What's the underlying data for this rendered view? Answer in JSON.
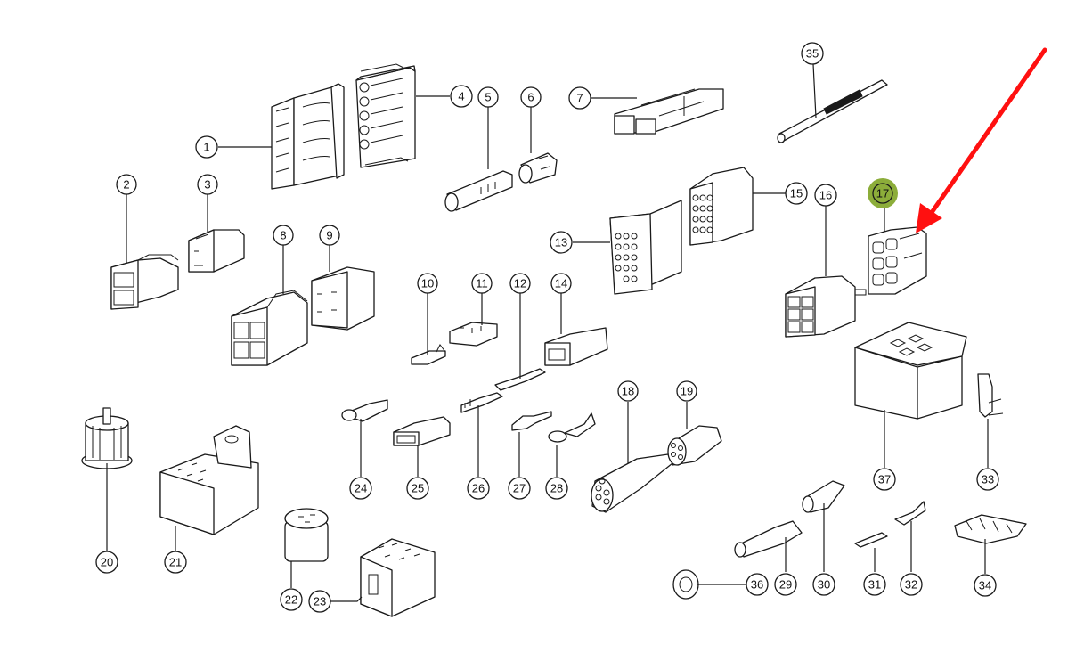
{
  "diagram": {
    "title": "",
    "type": "exploded-parts-diagram",
    "subject": "electrical connectors, terminals and housings",
    "highlight": {
      "callout": "17",
      "highlight_color": "#8cad3a",
      "arrow_color": "#ff1010",
      "indicator": "red-arrow-pointing-to-part"
    },
    "callouts": [
      {
        "id": "1",
        "label": "1",
        "part": "5-way connector housing (pin side)"
      },
      {
        "id": "2",
        "label": "2",
        "part": "2-way connector housing"
      },
      {
        "id": "3",
        "label": "3",
        "part": "2-way flat connector housing"
      },
      {
        "id": "4",
        "label": "4",
        "part": "5-way connector housing (socket side)"
      },
      {
        "id": "5",
        "label": "5",
        "part": "round multi-pin connector body"
      },
      {
        "id": "6",
        "label": "6",
        "part": "round connector insert"
      },
      {
        "id": "7",
        "label": "7",
        "part": "2-way battery/power connector"
      },
      {
        "id": "8",
        "label": "8",
        "part": "4-way connector housing"
      },
      {
        "id": "9",
        "label": "9",
        "part": "4-way connector housing (mating)"
      },
      {
        "id": "10",
        "label": "10",
        "part": "flat receptacle terminal"
      },
      {
        "id": "11",
        "label": "11",
        "part": "small multi-pin connector"
      },
      {
        "id": "12",
        "label": "12",
        "part": "blade terminal"
      },
      {
        "id": "13",
        "label": "13",
        "part": "multi-pin bulkhead connector"
      },
      {
        "id": "14",
        "label": "14",
        "part": "1-way connector housing"
      },
      {
        "id": "15",
        "label": "15",
        "part": "multi-pin connector plug"
      },
      {
        "id": "16",
        "label": "16",
        "part": "6-way connector housing"
      },
      {
        "id": "17",
        "label": "17",
        "part": "6-way connector housing (highlighted)"
      },
      {
        "id": "18",
        "label": "18",
        "part": "round 5-pin connector with latch"
      },
      {
        "id": "19",
        "label": "19",
        "part": "round 5-pin connector"
      },
      {
        "id": "20",
        "label": "20",
        "part": "round multi-pin connector"
      },
      {
        "id": "21",
        "label": "21",
        "part": "relay socket housing"
      },
      {
        "id": "22",
        "label": "22",
        "part": "round socket housing"
      },
      {
        "id": "23",
        "label": "23",
        "part": "multi-way socket housing"
      },
      {
        "id": "24",
        "label": "24",
        "part": "insulating sleeve"
      },
      {
        "id": "25",
        "label": "25",
        "part": "1-way connector housing"
      },
      {
        "id": "26",
        "label": "26",
        "part": "receptacle terminal"
      },
      {
        "id": "27",
        "label": "27",
        "part": "angled receptacle terminal"
      },
      {
        "id": "28",
        "label": "28",
        "part": "ring terminal"
      },
      {
        "id": "29",
        "label": "29",
        "part": "round pin terminal"
      },
      {
        "id": "30",
        "label": "30",
        "part": "round socket terminal"
      },
      {
        "id": "31",
        "label": "31",
        "part": "crimp terminal"
      },
      {
        "id": "32",
        "label": "32",
        "part": "crimp terminal"
      },
      {
        "id": "33",
        "label": "33",
        "part": "relay terminal"
      },
      {
        "id": "34",
        "label": "34",
        "part": "terminal strip"
      },
      {
        "id": "35",
        "label": "35",
        "part": "terminal removal tool"
      },
      {
        "id": "36",
        "label": "36",
        "part": "grommet / seal"
      },
      {
        "id": "37",
        "label": "37",
        "part": "relay housing"
      }
    ]
  }
}
